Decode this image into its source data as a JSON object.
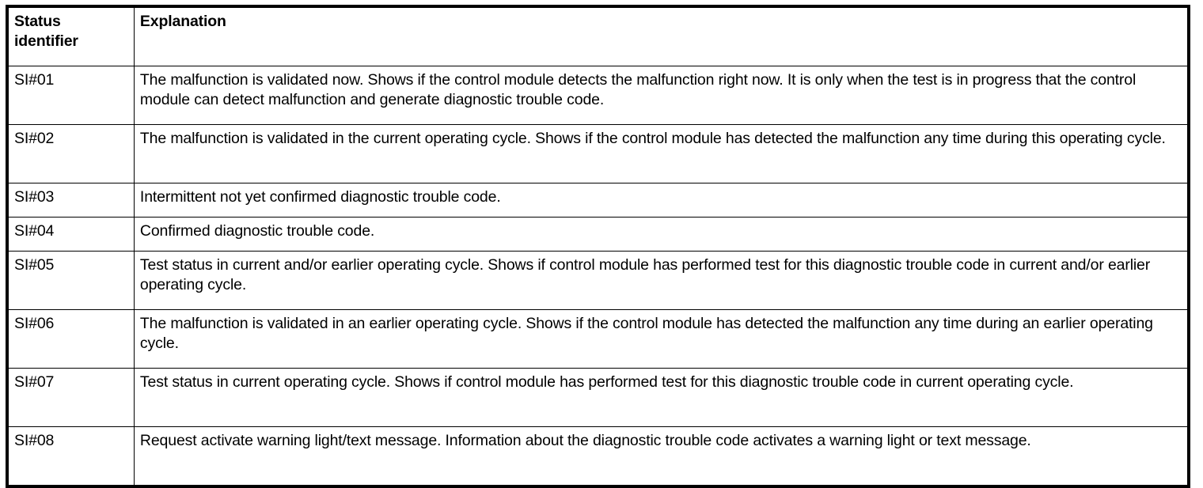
{
  "table": {
    "columns": [
      {
        "key": "status_identifier",
        "label": "Status identifier"
      },
      {
        "key": "explanation",
        "label": "Explanation"
      }
    ],
    "header": {
      "status_identifier": "Status identifier",
      "explanation": "Explanation"
    },
    "rows": [
      {
        "id": "SI#01",
        "explanation": "The malfunction is validated now. Shows if the control module detects the malfunction right now. It is only when the test is in progress that the control module can detect malfunction and generate diagnostic trouble code.",
        "lines": 2
      },
      {
        "id": "SI#02",
        "explanation": "The malfunction is validated in the current operating cycle. Shows if the control module has detected the malfunction any time during this operating cycle.",
        "lines": 2
      },
      {
        "id": "SI#03",
        "explanation": "Intermittent not yet confirmed diagnostic trouble code.",
        "lines": 1
      },
      {
        "id": "SI#04",
        "explanation": "Confirmed diagnostic trouble code.",
        "lines": 1
      },
      {
        "id": "SI#05",
        "explanation": "Test status in current and/or earlier operating cycle. Shows if control module has performed test for this diagnostic trouble code in current and/or earlier operating cycle.",
        "lines": 2
      },
      {
        "id": "SI#06",
        "explanation": "The malfunction is validated in an earlier operating cycle. Shows if the control module has detected the malfunction any time during an earlier operating cycle.",
        "lines": 2
      },
      {
        "id": "SI#07",
        "explanation": "Test status in current operating cycle. Shows if control module has performed test for this diagnostic trouble code in current operating cycle.",
        "lines": 2
      },
      {
        "id": "SI#08",
        "explanation": "Request activate warning light/text message. Information about the diagnostic trouble code activates a warning light or text message.",
        "lines": 2
      }
    ]
  },
  "style": {
    "text_color": "#000000",
    "background_color": "#ffffff",
    "border_color": "#000000"
  }
}
